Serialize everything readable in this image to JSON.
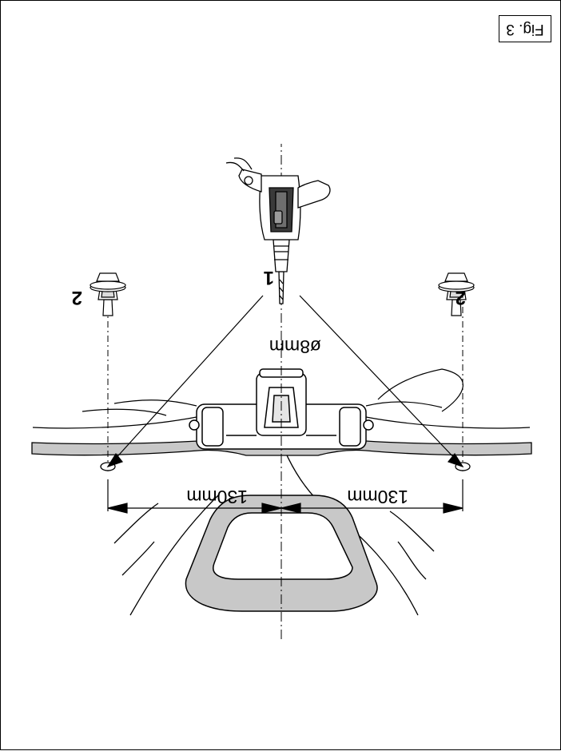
{
  "figure": {
    "label": "Fig. 3"
  },
  "callouts": {
    "drill": "1",
    "fastener_left": "2",
    "fastener_right": "2"
  },
  "dimensions": {
    "drill_diameter": "ø8mm",
    "left_spacing": "130mm",
    "right_spacing": "130mm"
  },
  "colors": {
    "line": "#000000",
    "fill_grey": "#c8c8c8",
    "background": "#ffffff"
  },
  "icons": [
    "drill-icon",
    "push-rivet-icon"
  ]
}
